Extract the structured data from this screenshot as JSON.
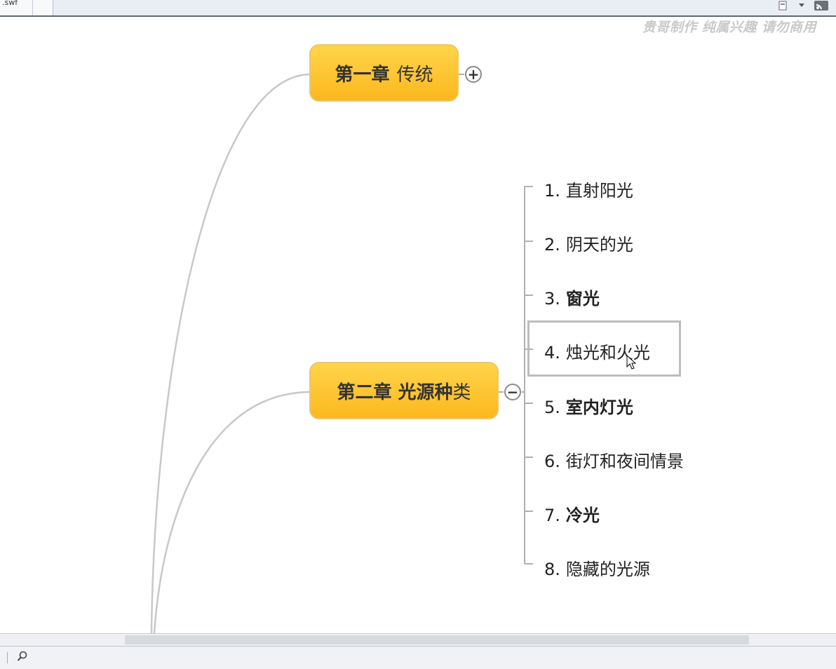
{
  "browser": {
    "tab_label": ".swf",
    "toolbar_icons": [
      "page-icon",
      "dropdown-arrow-icon",
      "rss-feed-icon"
    ]
  },
  "watermark": "贵哥制作 纯属兴趣 请勿商用",
  "mindmap": {
    "chapters": [
      {
        "bold": "第一章",
        "normal": "传统",
        "toggle": "+"
      },
      {
        "bold": "第二章 光源种",
        "normal": "类",
        "toggle": "−"
      }
    ],
    "items": [
      {
        "num": "1.",
        "text": "直射阳光",
        "bold": false
      },
      {
        "num": "2.",
        "text": "阴天的光",
        "bold": false
      },
      {
        "num": "3.",
        "text": "窗光",
        "bold": true
      },
      {
        "num": "4.",
        "text": "烛光和火光",
        "bold": false,
        "selected": true
      },
      {
        "num": "5.",
        "text": "室内灯光",
        "bold": true
      },
      {
        "num": "6.",
        "text": "街灯和夜间情景",
        "bold": false
      },
      {
        "num": "7.",
        "text": "冷光",
        "bold": true
      },
      {
        "num": "8.",
        "text": "隐藏的光源",
        "bold": false
      }
    ]
  },
  "statusbar": {
    "icon": "search-icon"
  }
}
